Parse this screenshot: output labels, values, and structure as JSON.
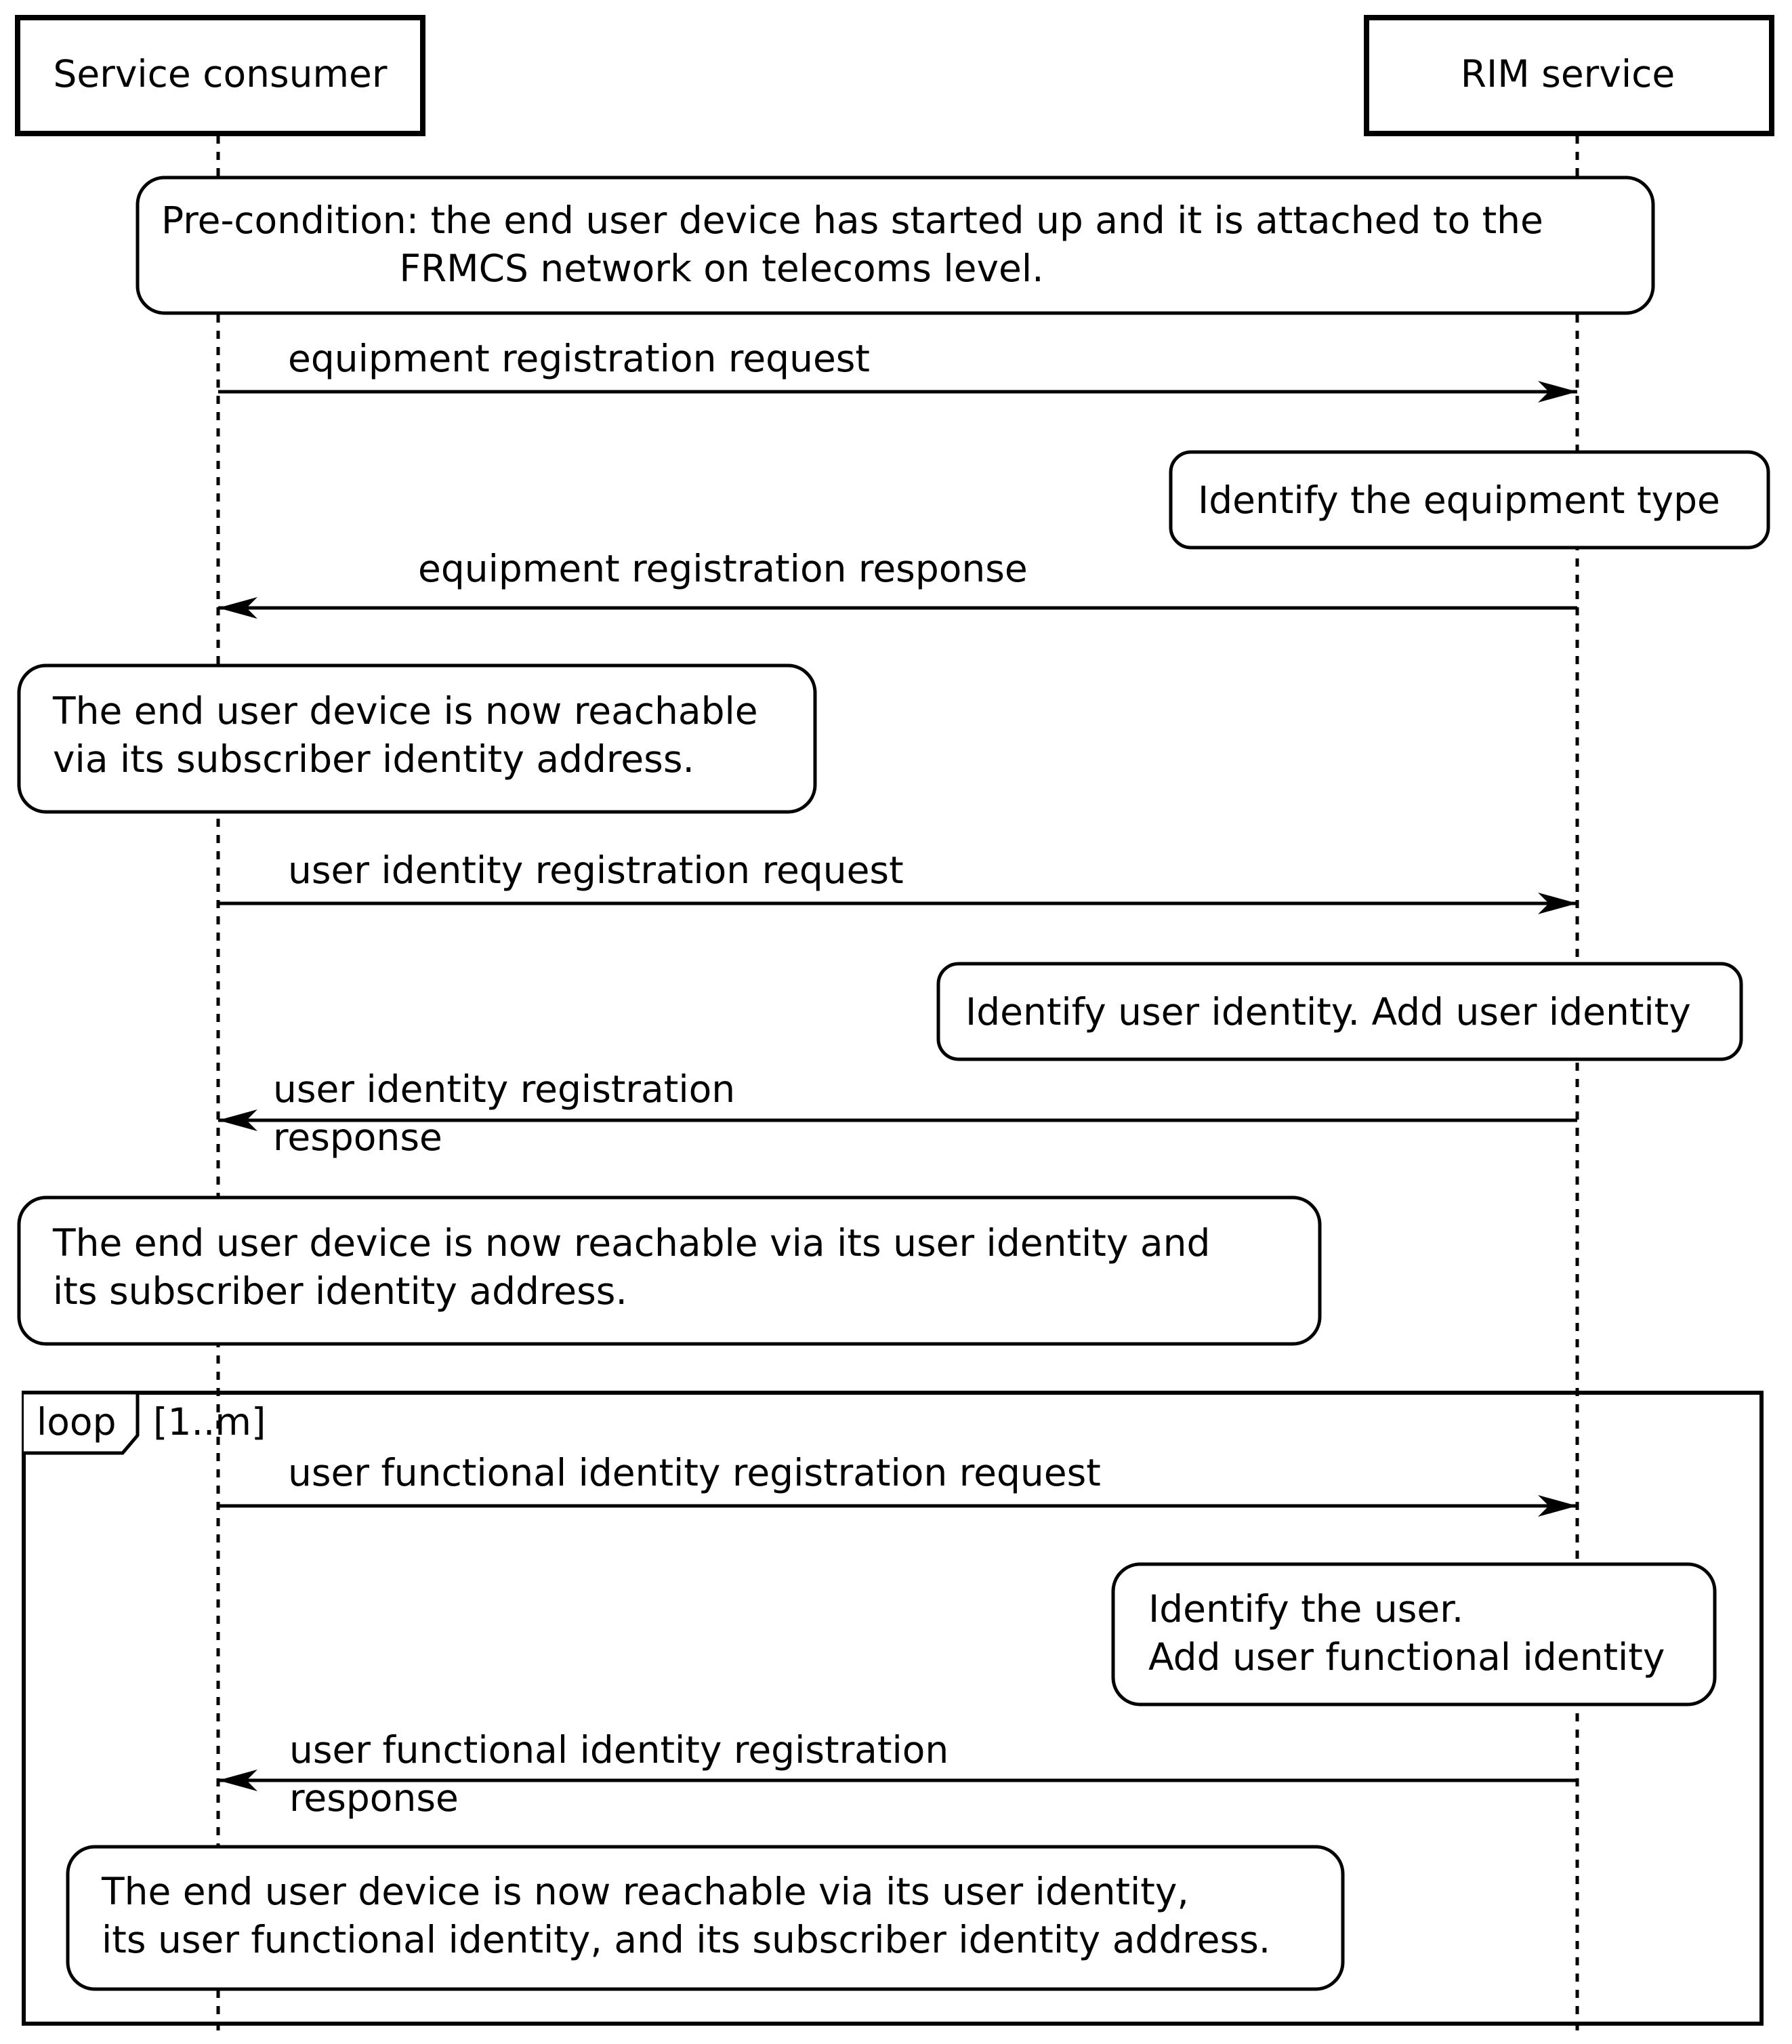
{
  "participants": {
    "consumer": "Service consumer",
    "rim": "RIM service"
  },
  "notes": {
    "precondition": [
      "Pre-condition: the end user device has started up and it is attached to the",
      "FRMCS network on telecoms level."
    ],
    "identify_equipment": [
      "Identify the equipment type"
    ],
    "reachable_subscriber": [
      "The end user device is now reachable",
      "via its subscriber identity address."
    ],
    "identify_user_identity": [
      "Identify user identity. Add user identity"
    ],
    "reachable_user_identity": [
      "The end user device is now reachable via its user identity and",
      "its subscriber identity address."
    ],
    "identify_user": [
      "Identify the user.",
      "Add user functional identity"
    ],
    "reachable_all": [
      "The end user device is now reachable via its user identity,",
      "its user functional identity, and its subscriber identity address."
    ]
  },
  "messages": {
    "equipment_request": [
      "equipment registration request"
    ],
    "equipment_response": [
      "equipment registration response"
    ],
    "user_identity_request": [
      "user identity registration request"
    ],
    "user_identity_response": [
      "user identity registration",
      "response"
    ],
    "functional_request": [
      "user functional identity registration request"
    ],
    "functional_response": [
      "user functional identity registration",
      "response"
    ]
  },
  "loop": {
    "keyword": "loop",
    "guard": "[1..m]"
  },
  "colors": {
    "stroke": "#000000",
    "background": "#ffffff"
  }
}
